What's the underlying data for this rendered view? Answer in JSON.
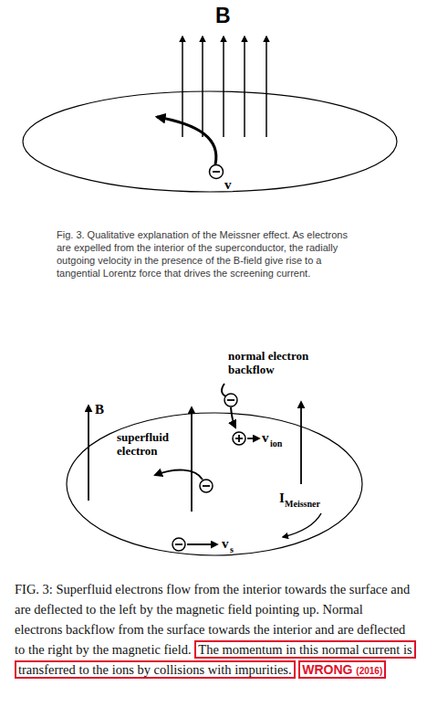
{
  "diagram": {
    "nodes": [
      {
        "text": [
          "The momentum in this normal current is transferred to the ions by collisions with impurities."
        ]
      },
      {
        "text": [
          "WRONG",
          "(2016)"
        ]
      }
    ],
    "labels": [
      "B",
      "v",
      "Fig. 3. Qualitative explanation of the Meissner effect. As electrons are expelled from the interior of the superconductor, the radially outgoing velocity in the presence of the B-field give rise to a tangential Lorentz force that drives the screening current.",
      "normal electron backflow",
      "B",
      "superfluid electron",
      "v",
      "ion",
      "I",
      "Meissner",
      "v",
      "s",
      "FIG. 3: Superfluid electrons flow from the interior towards the surface and are deflected to the left by the magnetic field pointing up. Normal electrons backflow from the surface towards the interior and are deflected to the right by the magnetic field."
    ]
  }
}
